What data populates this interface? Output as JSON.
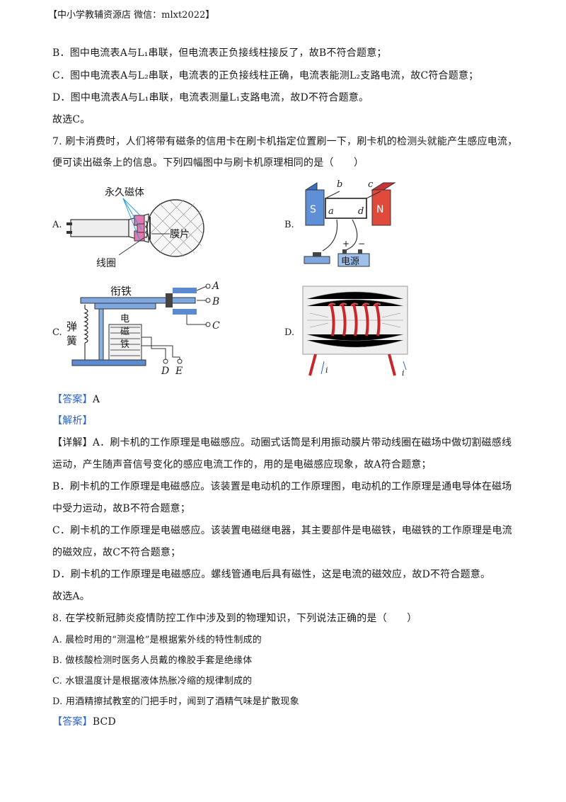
{
  "header": "【中小学教辅资源店  微信：mlxt2022】",
  "prev": {
    "b": "B．图中电流表A与L₁串联，但电流表正负接线柱接反了，故B不符合题意；",
    "c": "C．图中电流表A与L₂串联，电流表的正负接线柱正确，电流表能测L₂支路电流，故C符合题意；",
    "d": "D．图中电流表A与L₁串联，电流表测量L₁支路电流，故D不符合题意。",
    "conclusion": "故选C。"
  },
  "q7": {
    "stem_1": "7. 刷卡消费时，人们将带有磁条的信用卡在刷卡机指定位置刷一下，刷卡机的检测头就能产生感应电流，",
    "stem_2": "便可读出磁条上的信息。下列四幅图中与刷卡机原理相同的是（　　）",
    "options": {
      "a": {
        "label": "A.",
        "labels": {
          "magnet": "永久磁体",
          "film": "膜片",
          "coil": "线圈"
        }
      },
      "b": {
        "label": "B.",
        "labels": {
          "s": "S",
          "n": "N",
          "a1": "a",
          "b": "b",
          "c": "c",
          "d": "d",
          "plus": "+",
          "minus": "−",
          "source": "电源"
        }
      },
      "c": {
        "label": "C.",
        "labels": {
          "armature": "衔铁",
          "spring_1": "弹",
          "spring_2": "簧",
          "em_1": "电",
          "em_2": "磁",
          "em_3": "铁",
          "A": "A",
          "B": "B",
          "C": "C",
          "D": "D",
          "E": "E"
        }
      },
      "d": {
        "label": "D.",
        "labels": {
          "i1": "i",
          "i2": "i"
        }
      }
    },
    "answer_tag": "【答案】",
    "answer": "A",
    "analysis_tag": "【解析】",
    "detail_tag": "【详解】",
    "detail_a_1": "A．刷卡机的工作原理是电磁感应。动圈式话筒是利用振动膜片带动线圈在磁场中做切割磁感线",
    "detail_a_2": "运动，产生随声音信号变化的感应电流工作的，用的是电磁感应现象，故A符合题意；",
    "detail_b_1": "B．刷卡机的工作原理是电磁感应。该装置是电动机的工作原理图，电动机的工作原理是通电导体在磁场",
    "detail_b_2": "中受力运动，故B不符合题意；",
    "detail_c_1": "C．刷卡机的工作原理是电磁感应。该装置电磁继电器，其主要部件是电磁铁，电磁铁的工作原理是电流",
    "detail_c_2": "的磁效应，故C不符合题意；",
    "detail_d": "D．刷卡机的工作原理是电磁感应。螺线管通电后具有磁性，这是电流的磁效应，故D不符合题意。",
    "conclusion": "故选A。"
  },
  "q8": {
    "stem": "8. 在学校新冠肺炎疫情防控工作中涉及到的物理知识，下列说法正确的是（　　）",
    "a": "A.  晨检时用的“测温枪”是根据紫外线的特性制成的",
    "b": "B.  做核酸检测时医务人员戴的橡胶手套是绝缘体",
    "c": "C.  水银温度计是根据液体热胀冷缩的规律制成的",
    "d": "D.  用酒精擦拭教室的门把手时，闻到了酒精气味是扩散现象",
    "answer_tag": "【答案】",
    "answer": "BCD"
  }
}
